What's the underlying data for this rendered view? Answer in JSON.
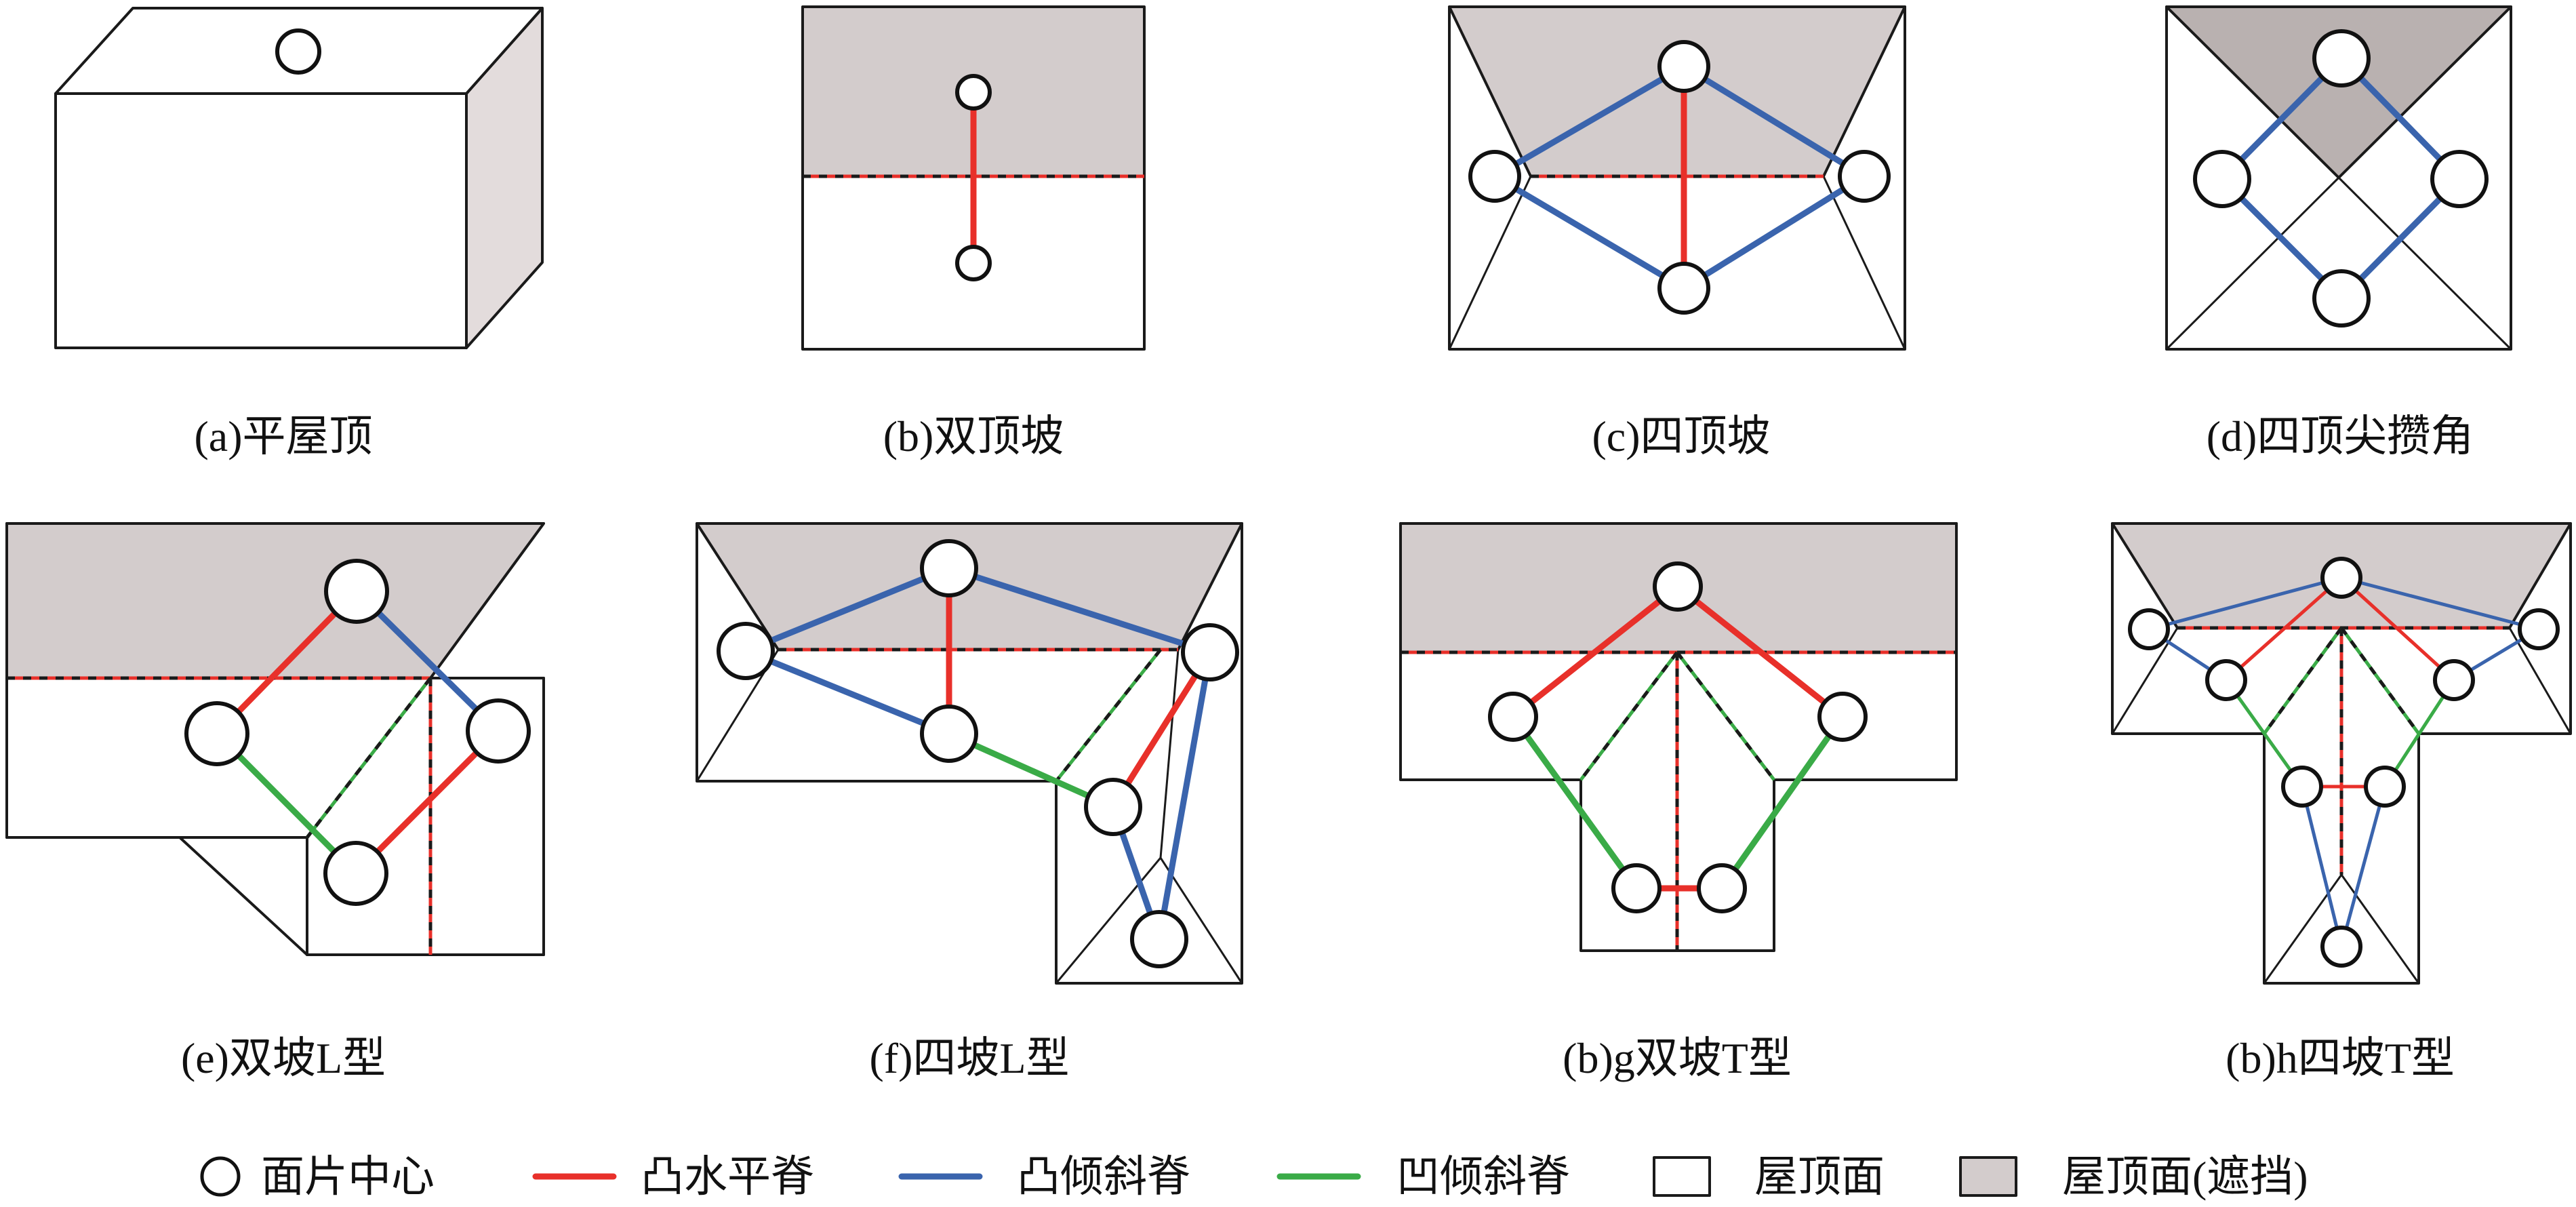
{
  "captions": {
    "a": "(a)平屋顶",
    "b": "(b)双顶坡",
    "c": "(c)四顶坡",
    "d": "(d)四顶尖攒角",
    "e": "(e)双坡L型",
    "f": "(f)四坡L型",
    "g": "(b)g双坡T型",
    "h": "(b)h四坡T型"
  },
  "legend": {
    "node": "面片中心",
    "red": "凸水平脊",
    "blue": "凸倾斜脊",
    "green": "凹倾斜脊",
    "face": "屋顶面",
    "occluded": "屋顶面(遮挡)"
  },
  "colors": {
    "convex_horizontal": "#e8302a",
    "convex_inclined": "#3a64ad",
    "concave_inclined": "#3aab47",
    "occluded_face": "#d3cccc"
  }
}
